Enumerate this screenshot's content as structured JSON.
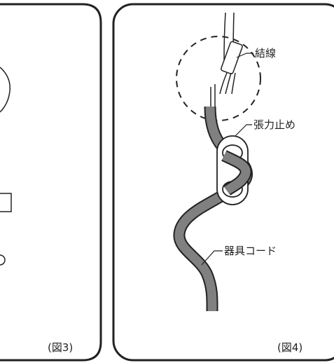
{
  "panel_left": {
    "caption": "(図3)"
  },
  "panel_right": {
    "caption": "(図4)",
    "labels": {
      "wiring": "結線",
      "strain_relief": "張力止め",
      "appliance_cord": "器具コード"
    }
  },
  "colors": {
    "cord": "#808080",
    "outline": "#222222",
    "background": "#ffffff"
  }
}
